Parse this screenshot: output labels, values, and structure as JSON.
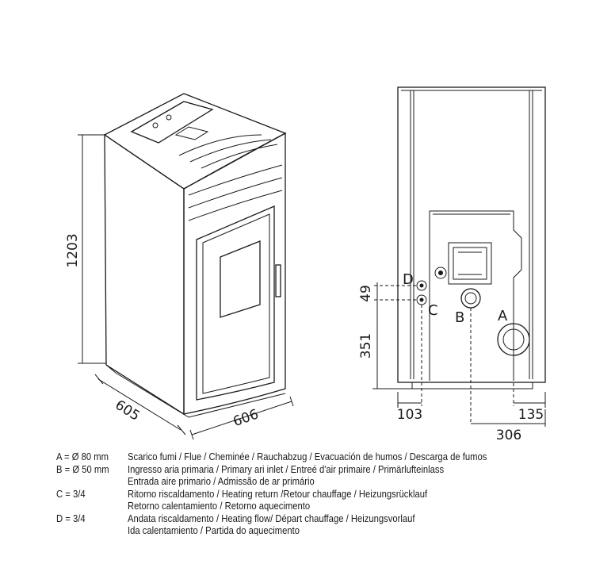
{
  "dimensions": {
    "height": "1203",
    "depth": "605",
    "width": "606",
    "conn_spacing": "49",
    "conn_height": "351",
    "offset_left": "103",
    "offset_right": "135",
    "offset_a": "306"
  },
  "markers": {
    "a": "A",
    "b": "B",
    "c": "C",
    "d": "D"
  },
  "legend": [
    {
      "code": "A = Ø 80 mm",
      "lines": [
        "Scarico fumi / Flue / Cheminée / Rauchabzug / Evacuación de humos / Descarga de fumos"
      ]
    },
    {
      "code": "B = Ø 50 mm",
      "lines": [
        "Ingresso aria primaria / Primary ari inlet / Entreé d'air primaire / Primärlufteinlass",
        "Entrada aire primario / Admissão de ar primário"
      ]
    },
    {
      "code": "C = 3/4",
      "lines": [
        "Ritorno riscaldamento / Heating return /Retour chauffage / Heizungsrücklauf",
        "Retorno calentamiento / Retorno aquecimento"
      ]
    },
    {
      "code": "D = 3/4",
      "lines": [
        "Andata riscaldamento / Heating flow/ Départ chauffage / Heizungsvorlauf",
        "Ida calentamiento / Partida do aquecimento"
      ]
    }
  ]
}
